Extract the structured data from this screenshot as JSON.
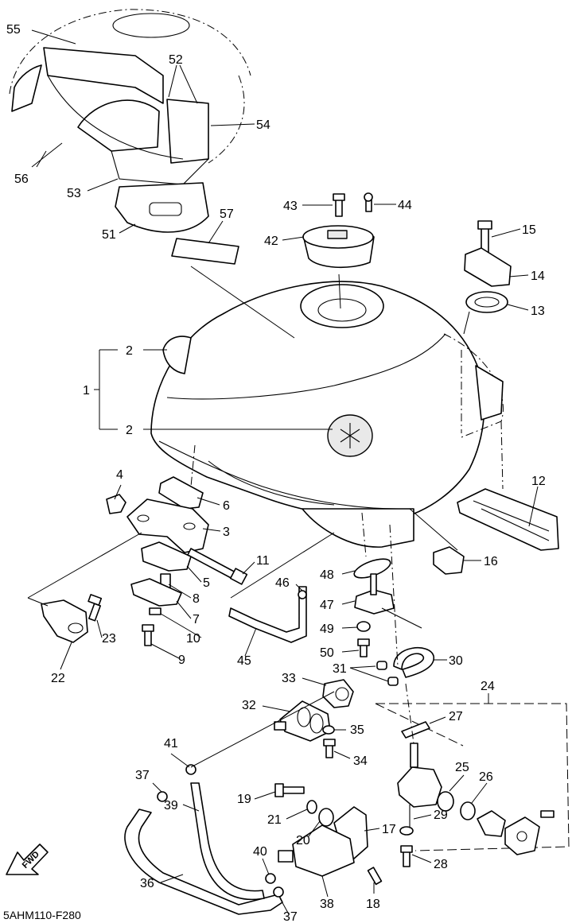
{
  "diagram_code": "5AHM110-F280",
  "fwd_label": "FWD",
  "callouts": {
    "p1": "1",
    "p2a": "2",
    "p2b": "2",
    "p3": "3",
    "p4": "4",
    "p5": "5",
    "p6": "6",
    "p7": "7",
    "p8": "8",
    "p9": "9",
    "p10": "10",
    "p11": "11",
    "p12": "12",
    "p13": "13",
    "p14": "14",
    "p15": "15",
    "p16": "16",
    "p17": "17",
    "p18": "18",
    "p19": "19",
    "p20": "20",
    "p21": "21",
    "p22": "22",
    "p23": "23",
    "p24": "24",
    "p25": "25",
    "p26": "26",
    "p27": "27",
    "p28": "28",
    "p29": "29",
    "p30": "30",
    "p31": "31",
    "p32": "32",
    "p33": "33",
    "p34": "34",
    "p35": "35",
    "p36": "36",
    "p37a": "37",
    "p37b": "37",
    "p38": "38",
    "p39": "39",
    "p40": "40",
    "p41": "41",
    "p42": "42",
    "p43": "43",
    "p44": "44",
    "p45": "45",
    "p46": "46",
    "p47": "47",
    "p48": "48",
    "p49": "49",
    "p50": "50",
    "p51": "51",
    "p52": "52",
    "p53": "53",
    "p54": "54",
    "p55": "55",
    "p56": "56",
    "p57": "57"
  }
}
